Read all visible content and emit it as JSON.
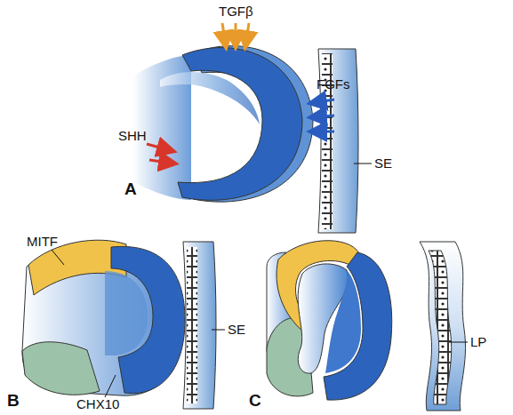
{
  "diagram": {
    "labels": [
      "TGFβ",
      "FGFs",
      "SHH",
      "SE",
      "A",
      "MITF",
      "SE",
      "CHX10",
      "B",
      "LP",
      "C"
    ]
  }
}
